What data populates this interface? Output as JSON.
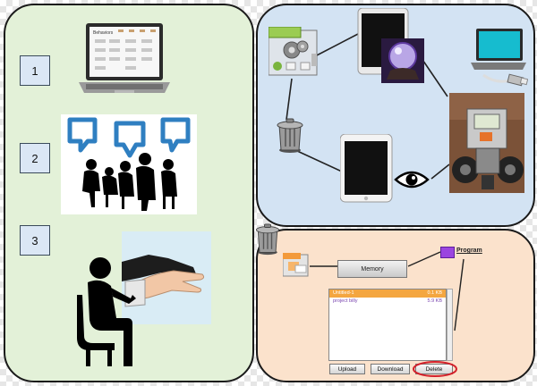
{
  "left": {
    "steps": [
      "1",
      "2",
      "3"
    ],
    "laptop_screen_title": "Behaviors"
  },
  "memory_panel": {
    "memory_label": "Memory",
    "program_label": "Program",
    "files": [
      {
        "name": "Untitled-1",
        "size": "0.1 KB"
      },
      {
        "name": "project billy",
        "size": "5.9 KB"
      }
    ],
    "buttons": {
      "upload": "Upload",
      "download": "Download",
      "delete": "Delete"
    }
  },
  "colors": {
    "left_panel": "#e3f1d8",
    "top_right_panel": "#d3e3f3",
    "bottom_right_panel": "#fbe2cc",
    "bubble_blue": "#2f7fc1",
    "program_purple": "#9b45e0",
    "selected_row": "#f4a640",
    "delete_highlight": "#d4202a"
  }
}
